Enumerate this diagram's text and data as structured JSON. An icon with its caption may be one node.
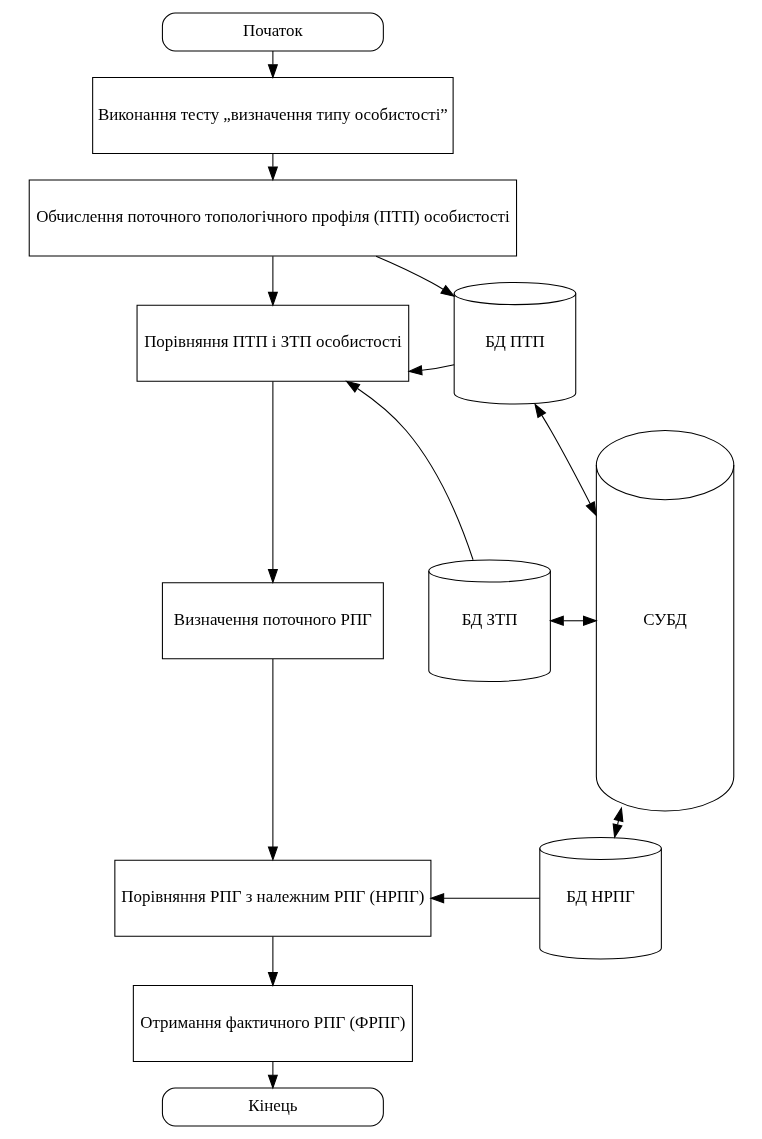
{
  "diagram": {
    "nodes": [
      {
        "text": [
          "Початок"
        ]
      },
      {
        "text": [
          "Виконання тесту „визначення типу особистості”"
        ]
      },
      {
        "text": [
          "Обчислення поточного топологічного профіля (ПТП) особистості"
        ]
      },
      {
        "text": [
          "Порівняння ПТП і ЗТП особистості"
        ]
      },
      {
        "text": [
          "Визначення поточного РПГ"
        ]
      },
      {
        "text": [
          "Порівняння РПГ з належним РПГ (НРПГ)"
        ]
      },
      {
        "text": [
          "Отримання фактичного РПГ (ФРПГ)"
        ]
      },
      {
        "text": [
          "Кінець"
        ]
      },
      {
        "text": [
          "БД ПТП"
        ]
      },
      {
        "text": [
          "БД ЗТП"
        ]
      },
      {
        "text": [
          "БД НРПГ"
        ]
      },
      {
        "text": [
          "СУБД"
        ]
      }
    ],
    "edges": [
      {
        "from": 0,
        "to": 1,
        "arrow": "to"
      },
      {
        "from": 1,
        "to": 2,
        "arrow": "to"
      },
      {
        "from": 2,
        "to": 3,
        "arrow": "to"
      },
      {
        "from": 2,
        "to": 8,
        "arrow": "to"
      },
      {
        "from": 8,
        "to": 3,
        "arrow": "to"
      },
      {
        "from": 9,
        "to": 3,
        "arrow": "to"
      },
      {
        "from": 3,
        "to": 4,
        "arrow": "to"
      },
      {
        "from": 4,
        "to": 5,
        "arrow": "to"
      },
      {
        "from": 10,
        "to": 5,
        "arrow": "to"
      },
      {
        "from": 5,
        "to": 6,
        "arrow": "to"
      },
      {
        "from": 6,
        "to": 7,
        "arrow": "to"
      },
      {
        "from": 8,
        "to": 11,
        "arrow": "both"
      },
      {
        "from": 9,
        "to": 11,
        "arrow": "both"
      },
      {
        "from": 10,
        "to": 11,
        "arrow": "both"
      }
    ]
  }
}
